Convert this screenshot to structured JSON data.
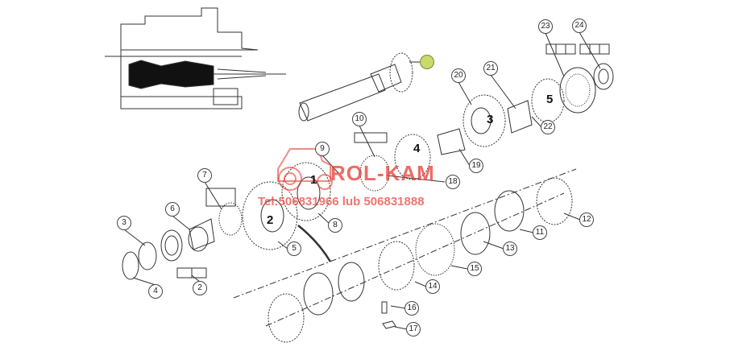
{
  "diagram": {
    "callouts": [
      "",
      "2",
      "3",
      "4",
      "5",
      "6",
      "7",
      "8",
      "9",
      "10",
      "11",
      "12",
      "13",
      "14",
      "15",
      "16",
      "17",
      "18",
      "19",
      "20",
      "21",
      "22",
      "23",
      "24"
    ],
    "part_marks": [
      "1",
      "2",
      "3",
      "4",
      "5"
    ],
    "watermark": {
      "brand": "ROL-KAM",
      "phone": "Tel:506831966 lub 506831888"
    },
    "colors": {
      "watermark": "#e63c32",
      "highlight": "#c9d96a"
    }
  }
}
